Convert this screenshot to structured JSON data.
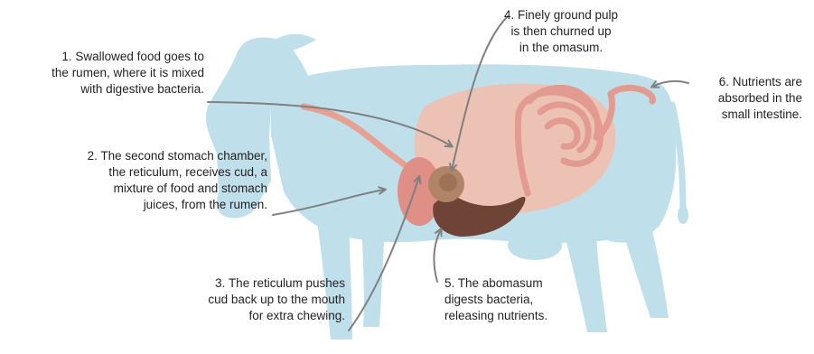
{
  "colors": {
    "cow_body": "#bfe0ea",
    "rumen": "#ecc2b4",
    "reticulum": "#df8f86",
    "omasum": "#b08466",
    "abomasum": "#6e4437",
    "intestine": "#e39a90",
    "esophagus": "#e7a092",
    "arrow": "#808080",
    "text": "#231f20"
  },
  "labels": {
    "step1": [
      "1. Swallowed food goes to",
      "the rumen, where it is mixed",
      "with digestive bacteria."
    ],
    "step2": [
      "2. The second stomach chamber,",
      "the reticulum, receives cud, a",
      "mixture of food and stomach",
      "juices, from the rumen."
    ],
    "step3": [
      "3. The reticulum pushes",
      "cud back up to the mouth",
      "for extra chewing."
    ],
    "step4": [
      "4. Finely ground pulp",
      "is then churned up",
      "in the omasum."
    ],
    "step5": [
      "5. The abomasum",
      "digests bacteria,",
      "releasing nutrients."
    ],
    "step6": [
      "6. Nutrients are",
      "absorbed in the",
      "small intestine."
    ]
  }
}
